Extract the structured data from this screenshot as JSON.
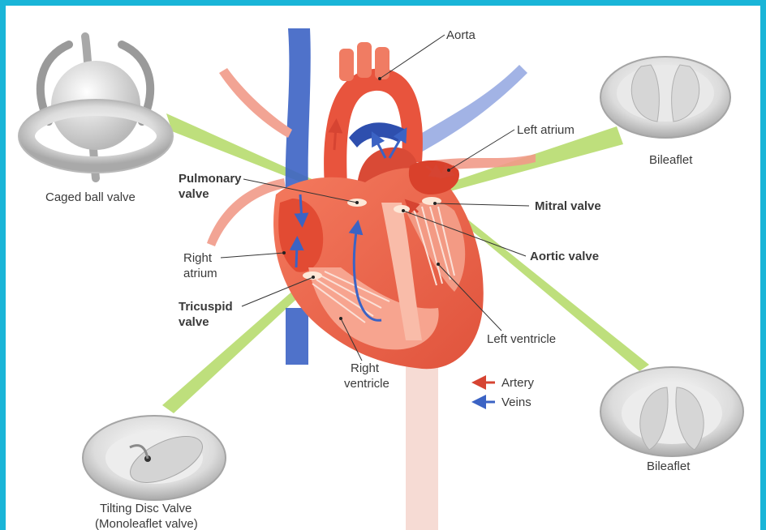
{
  "colors": {
    "frame": "#1ab5d8",
    "artery": "#d64432",
    "vein": "#3b63c4",
    "pointer": "#b7db6e",
    "heart": "#ec6a4f"
  },
  "labels": {
    "aorta": "Aorta",
    "left_atrium": "Left atrium",
    "pulmonary_valve_1": "Pulmonary",
    "pulmonary_valve_2": "valve",
    "mitral_valve": "Mitral valve",
    "aortic_valve": "Aortic valve",
    "right_atrium_1": "Right",
    "right_atrium_2": "atrium",
    "tricuspid_valve_1": "Tricuspid",
    "tricuspid_valve_2": "valve",
    "left_ventricle": "Left ventricle",
    "right_ventricle_1": "Right",
    "right_ventricle_2": "ventricle"
  },
  "valves": {
    "caged_ball": "Caged ball valve",
    "bileaflet_top": "Bileaflet",
    "bileaflet_bottom": "Bileaflet",
    "tilting_disc_1": "Tilting Disc Valve",
    "tilting_disc_2": "(Monoleaflet valve)"
  },
  "legend": {
    "artery": "Artery",
    "veins": "Veins"
  }
}
